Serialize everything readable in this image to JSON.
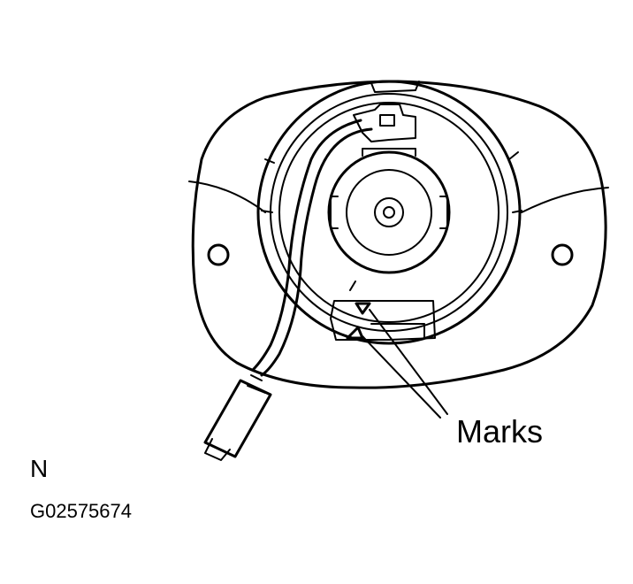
{
  "diagram": {
    "callout_label": "Marks",
    "orientation_letter": "N",
    "figure_code": "G02575674"
  },
  "colors": {
    "ink": "#000000",
    "paper": "#ffffff"
  }
}
